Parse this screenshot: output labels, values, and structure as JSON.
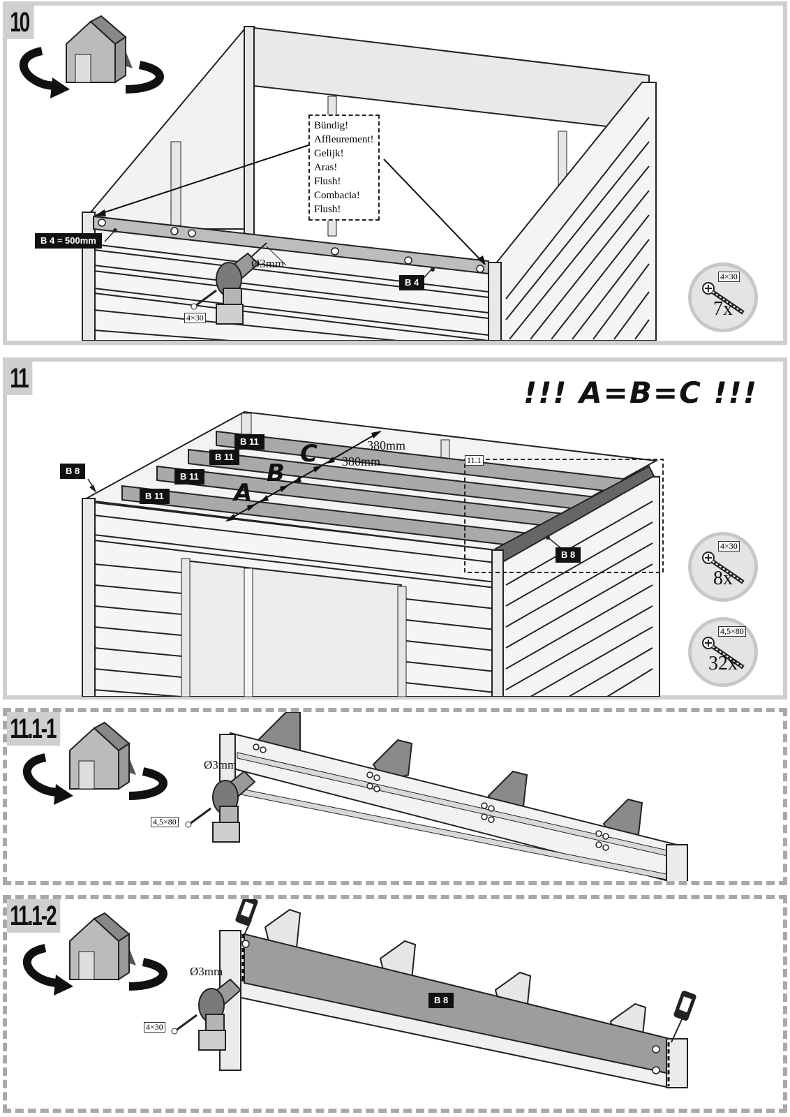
{
  "step10": {
    "number": "10",
    "callout_lines": [
      "Bündig!",
      "Affleurement!",
      "Gelijk!",
      "Aras!",
      "Flush!",
      "Combacia!",
      "Flush!"
    ],
    "tag_b4_length": "B 4 = 500mm",
    "tag_b4": "B 4",
    "drill_size": "Ø3mm",
    "screw_label": "4×30",
    "badge": {
      "size": "4×30",
      "count": "7x"
    }
  },
  "step11": {
    "number": "11",
    "formula": "!!! A=B=C !!!",
    "tag_b8_left": "B 8",
    "tag_b8_right": "B 8",
    "beam_tags": [
      "B 11",
      "B 11",
      "B 11",
      "B 11"
    ],
    "letters": [
      "A",
      "B",
      "C"
    ],
    "dims": [
      "380mm",
      "380mm"
    ],
    "detail_ref": "11.1",
    "badges": [
      {
        "size": "4×30",
        "count": "8x"
      },
      {
        "size": "4,5×80",
        "count": "32x"
      }
    ]
  },
  "step11_1_1": {
    "number": "11.1-1",
    "drill_size": "Ø3mm",
    "screw_label": "4,5×80"
  },
  "step11_1_2": {
    "number": "11.1-2",
    "drill_size": "Ø3mm",
    "screw_label": "4×30",
    "tag_b8": "B 8"
  }
}
